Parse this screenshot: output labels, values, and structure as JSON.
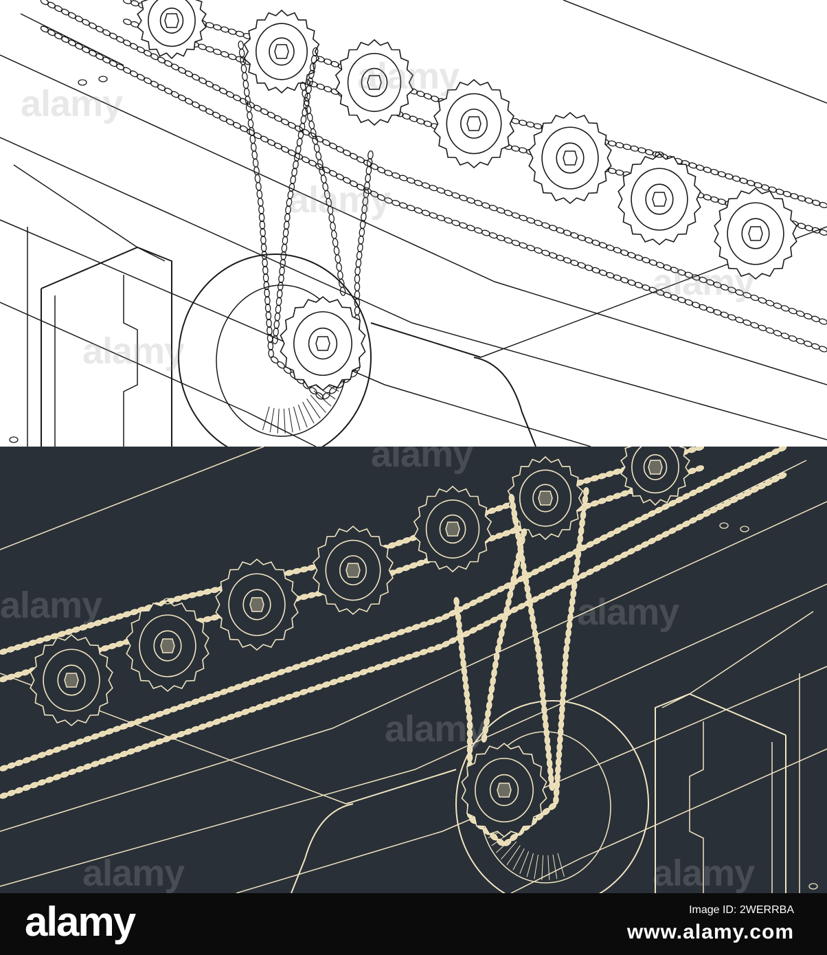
{
  "watermark": {
    "text": "alamy"
  },
  "panels": {
    "top": {
      "background": "#ffffff",
      "stroke": "#1a1a1a"
    },
    "bottom": {
      "background": "#2a3037",
      "stroke": "#f1e6c4",
      "fill": "#e9dcb4"
    }
  },
  "footer": {
    "brand": "alamy",
    "image_id_label": "Image ID: 2WERRBA",
    "site": "www.alamy.com"
  }
}
